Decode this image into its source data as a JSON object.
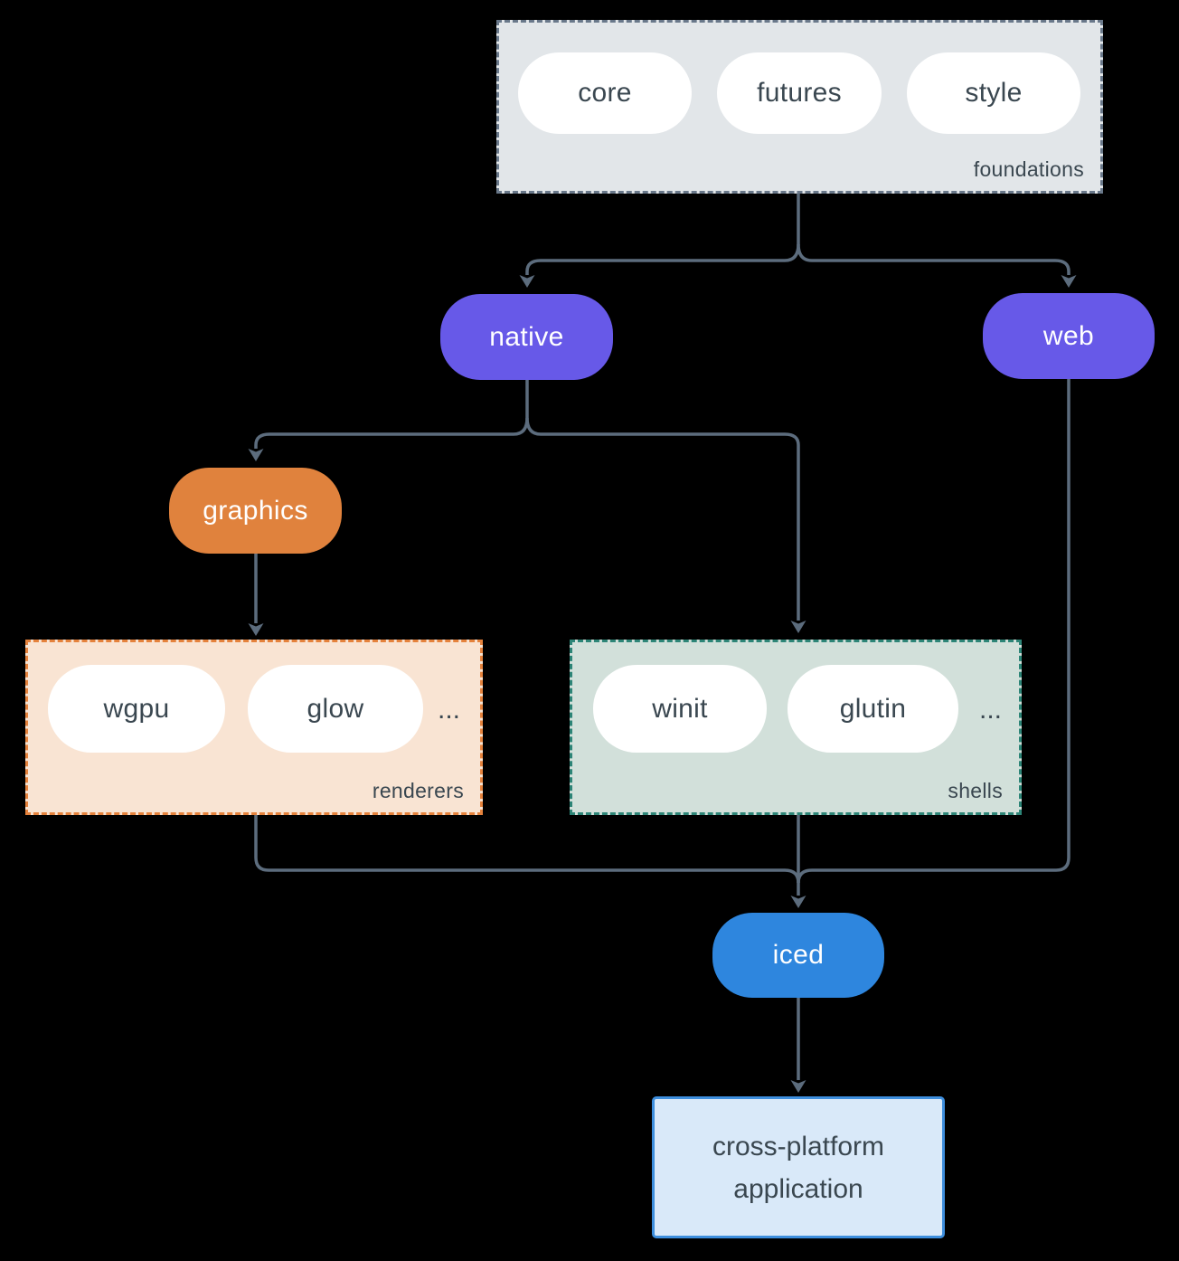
{
  "colors": {
    "background": "#000000",
    "line": "#5c6c7d",
    "node_purple": "#6759e8",
    "node_orange": "#e0823d",
    "node_blue": "#2e86de",
    "foundations_fill": "#e2e6e9",
    "foundations_border": "#69788a",
    "renderers_fill": "#f9e4d3",
    "renderers_border": "#e5823c",
    "shells_fill": "#d2e0da",
    "shells_border": "#2d8577",
    "application_fill": "#d9e9f9",
    "application_border": "#3d8edd",
    "dark_text": "#3a4750",
    "light_text": "#ffffff"
  },
  "diagram": {
    "foundations": {
      "label": "foundations",
      "pills": [
        "core",
        "futures",
        "style"
      ]
    },
    "native": {
      "label": "native"
    },
    "web": {
      "label": "web"
    },
    "graphics": {
      "label": "graphics"
    },
    "renderers": {
      "label": "renderers",
      "pills": [
        "wgpu",
        "glow"
      ],
      "ellipsis": "..."
    },
    "shells": {
      "label": "shells",
      "pills": [
        "winit",
        "glutin"
      ],
      "ellipsis": "..."
    },
    "iced": {
      "label": "iced"
    },
    "application": {
      "label": "cross-platform application"
    }
  }
}
